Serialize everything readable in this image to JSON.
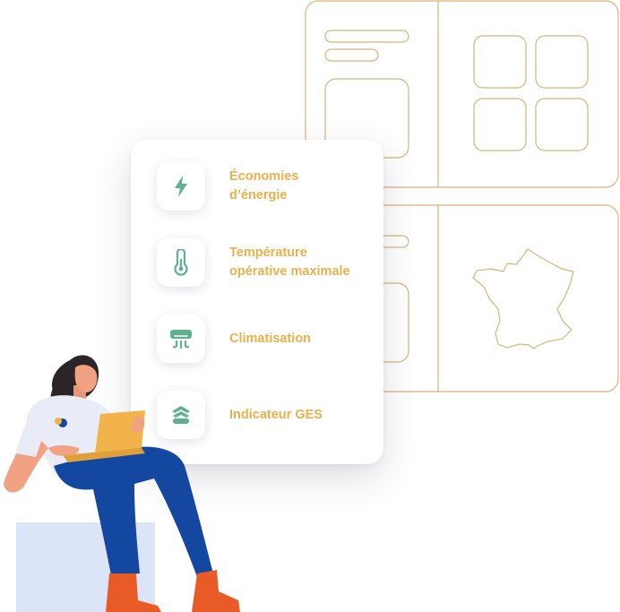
{
  "features": [
    {
      "label_line1": "Économies",
      "label_line2": "d’énergie",
      "icon": "lightning-bolt-icon"
    },
    {
      "label_line1": "Température",
      "label_line2": "opérative maximale",
      "icon": "thermometer-icon"
    },
    {
      "label_line1": "Climatisation",
      "label_line2": "",
      "icon": "air-conditioner-icon"
    },
    {
      "label_line1": "Indicateur GES",
      "label_line2": "",
      "icon": "greenhouse-gas-icon"
    }
  ],
  "colors": {
    "label": "#ebb04a",
    "icon": "#5fb08f",
    "wireframe": "#d7b57a",
    "shirt": "#e9ecf6",
    "pants": "#1448a0",
    "laptop": "#f2b34a",
    "stool": "#dce4f7",
    "shoes": "#e85b27"
  }
}
